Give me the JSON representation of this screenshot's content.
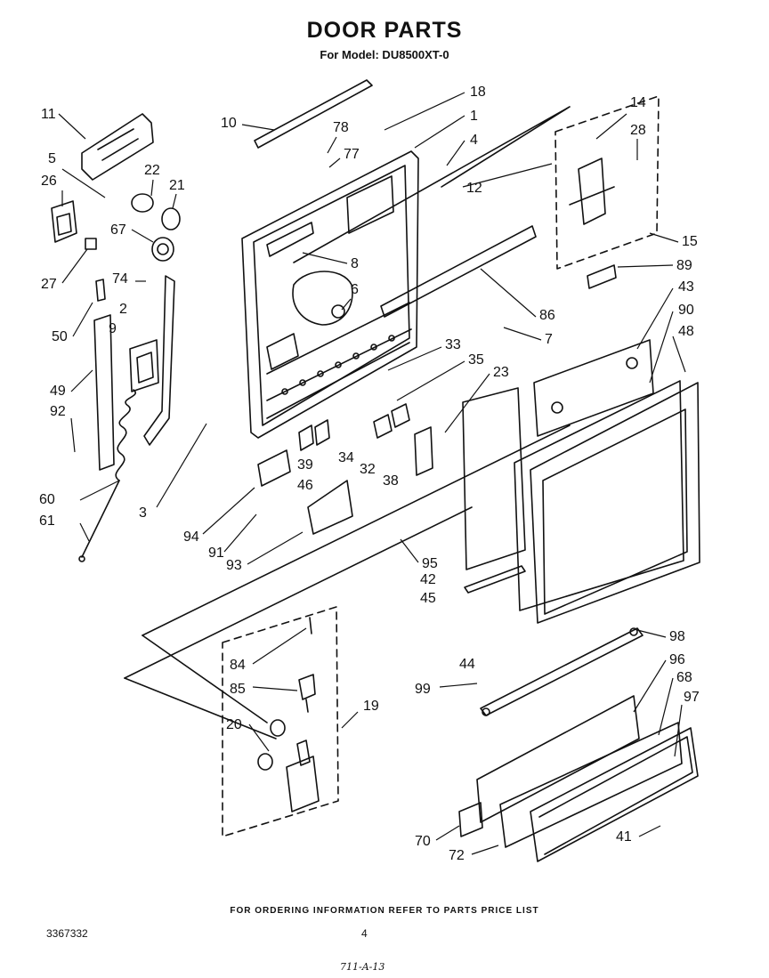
{
  "header": {
    "title": "DOOR PARTS",
    "subtitle": "For Model: DU8500XT-0"
  },
  "footer": {
    "note": "FOR ORDERING INFORMATION REFER TO PARTS PRICE LIST",
    "doc_number": "3367332",
    "page_number": "4",
    "handwritten": "711-A-13"
  },
  "callouts": [
    "11",
    "10",
    "78",
    "18",
    "1",
    "14",
    "28",
    "77",
    "4",
    "5",
    "22",
    "21",
    "26",
    "12",
    "15",
    "67",
    "8",
    "27",
    "74",
    "6",
    "89",
    "43",
    "90",
    "2",
    "48",
    "50",
    "86",
    "7",
    "9",
    "33",
    "35",
    "23",
    "49",
    "92",
    "34",
    "32",
    "38",
    "39",
    "46",
    "60",
    "3",
    "61",
    "94",
    "91",
    "93",
    "95",
    "42",
    "45",
    "44",
    "98",
    "96",
    "84",
    "68",
    "99",
    "97",
    "85",
    "19",
    "20",
    "41",
    "70",
    "72"
  ]
}
